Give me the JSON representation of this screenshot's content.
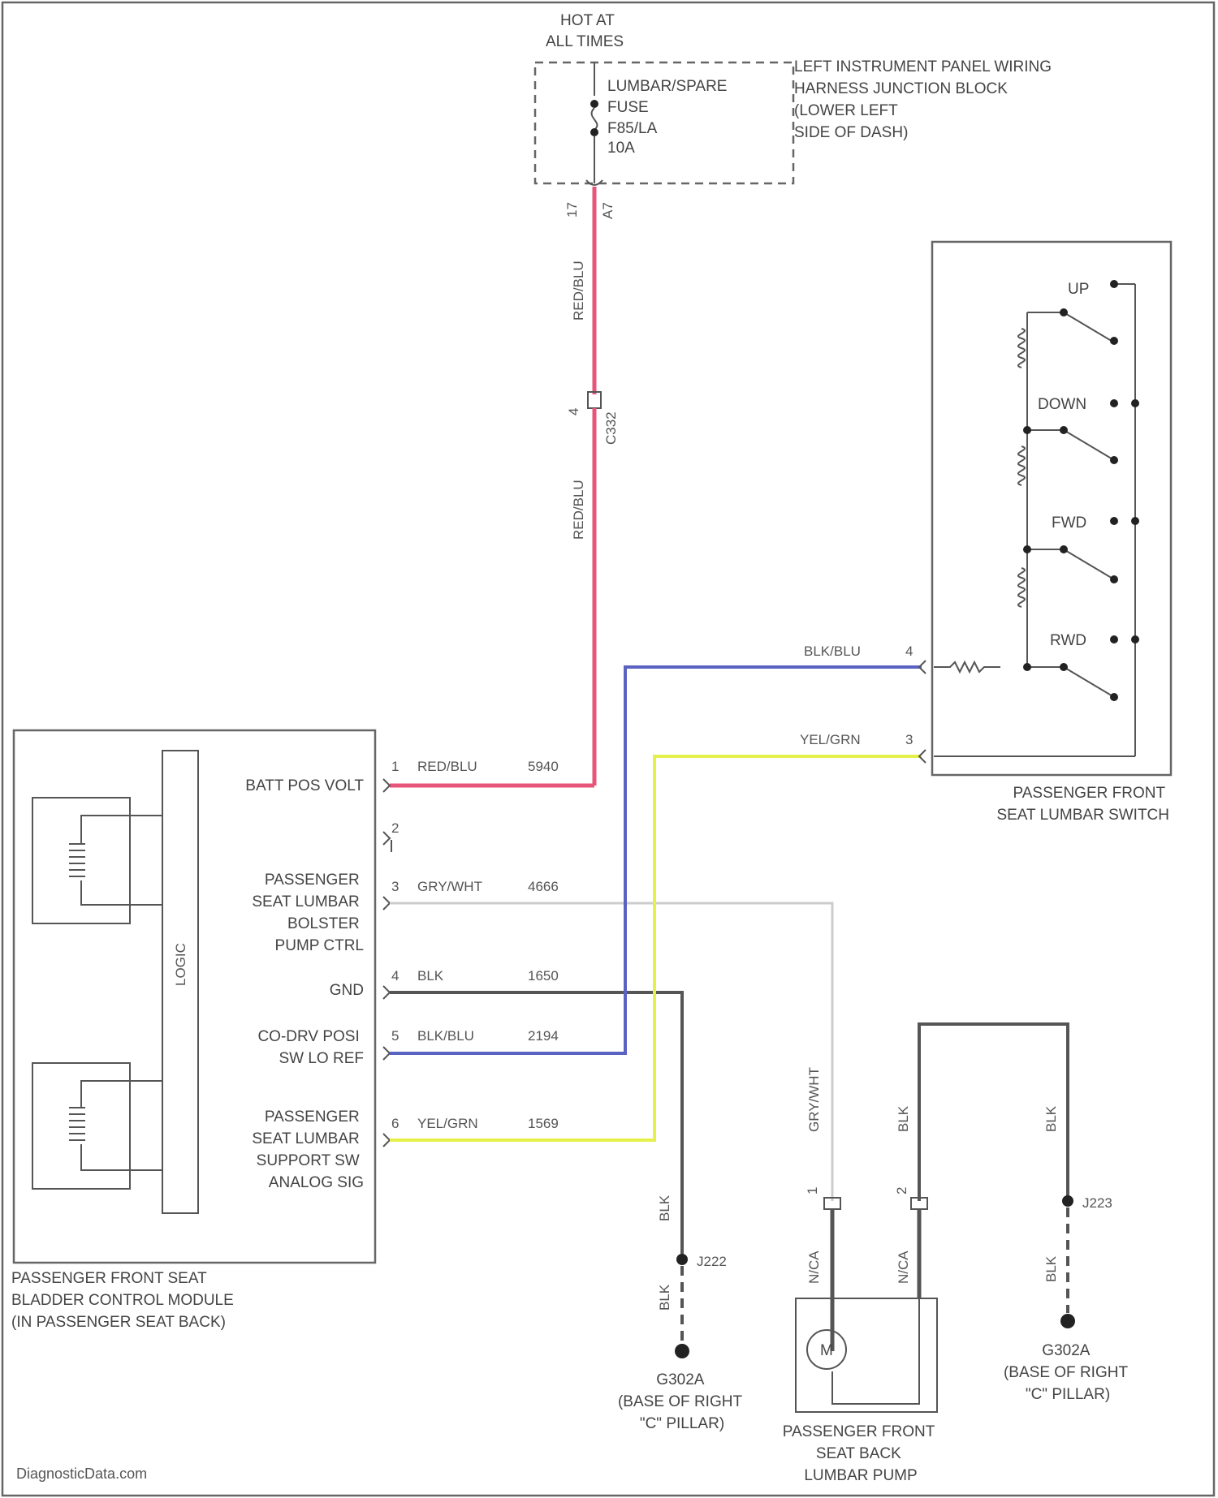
{
  "hot_at_all_times": [
    "HOT AT",
    "ALL TIMES"
  ],
  "junction_block": {
    "label": [
      "LEFT INSTRUMENT PANEL WIRING",
      "HARNESS JUNCTION BLOCK",
      "(LOWER LEFT",
      "SIDE OF DASH)"
    ],
    "fuse": [
      "LUMBAR/SPARE",
      "FUSE",
      "F85/LA",
      "10A"
    ],
    "connector_pin": "17",
    "connector": "A7"
  },
  "splice": {
    "pin": "4",
    "connector": "C332"
  },
  "wires": {
    "fuse_down_1": "RED/BLU",
    "fuse_down_2": "RED/BLU",
    "w1": {
      "pin": "1",
      "color": "RED/BLU",
      "circuit": "5940"
    },
    "w2": {
      "pin": "2"
    },
    "w3": {
      "pin": "3",
      "color": "GRY/WHT",
      "circuit": "4666"
    },
    "w4": {
      "pin": "4",
      "color": "BLK",
      "circuit": "1650"
    },
    "w5": {
      "pin": "5",
      "color": "BLK/BLU",
      "circuit": "2194"
    },
    "w6": {
      "pin": "6",
      "color": "YEL/GRN",
      "circuit": "1569"
    },
    "switch_pin_4": {
      "pin": "4",
      "color": "BLK/BLU"
    },
    "switch_pin_3": {
      "pin": "3",
      "color": "YEL/GRN"
    },
    "ground_left_1": "BLK",
    "ground_left_2": "BLK",
    "pump_in_1": "GRY/WHT",
    "pump_in_2": "BLK",
    "pump_pin_1": "1",
    "pump_pin_2": "2",
    "pump_na_1": "N/CA",
    "pump_na_2": "N/CA",
    "ground_right_1": "BLK",
    "ground_right_2": "BLK"
  },
  "module": {
    "label": [
      "PASSENGER FRONT SEAT",
      "BLADDER CONTROL MODULE",
      "(IN PASSENGER SEAT BACK)"
    ],
    "logic": "LOGIC",
    "pins": {
      "p1": [
        "BATT POS VOLT"
      ],
      "p3": [
        "PASSENGER",
        "SEAT LUMBAR",
        "BOLSTER",
        "PUMP CTRL"
      ],
      "p4": [
        "GND"
      ],
      "p5": [
        "CO-DRV POSI",
        "SW LO REF"
      ],
      "p6": [
        "PASSENGER",
        "SEAT LUMBAR",
        "SUPPORT SW",
        "ANALOG SIG"
      ]
    }
  },
  "switch": {
    "label": [
      "PASSENGER FRONT",
      "SEAT LUMBAR SWITCH"
    ],
    "positions": [
      "UP",
      "DOWN",
      "FWD",
      "RWD"
    ]
  },
  "splices": {
    "left": "J222",
    "right": "J223"
  },
  "grounds": {
    "left": [
      "G302A",
      "(BASE OF RIGHT",
      "\"C\" PILLAR)"
    ],
    "right": [
      "G302A",
      "(BASE OF RIGHT",
      "\"C\" PILLAR)"
    ]
  },
  "pump": {
    "label": [
      "PASSENGER FRONT",
      "SEAT BACK",
      "LUMBAR PUMP"
    ],
    "motor": "M"
  },
  "watermark": "DiagnosticData.com",
  "colors": {
    "red": "#e8557a",
    "blue": "#5a63c2",
    "yellow": "#e6f04a",
    "gray": "#cccccc",
    "black": "#555555"
  }
}
